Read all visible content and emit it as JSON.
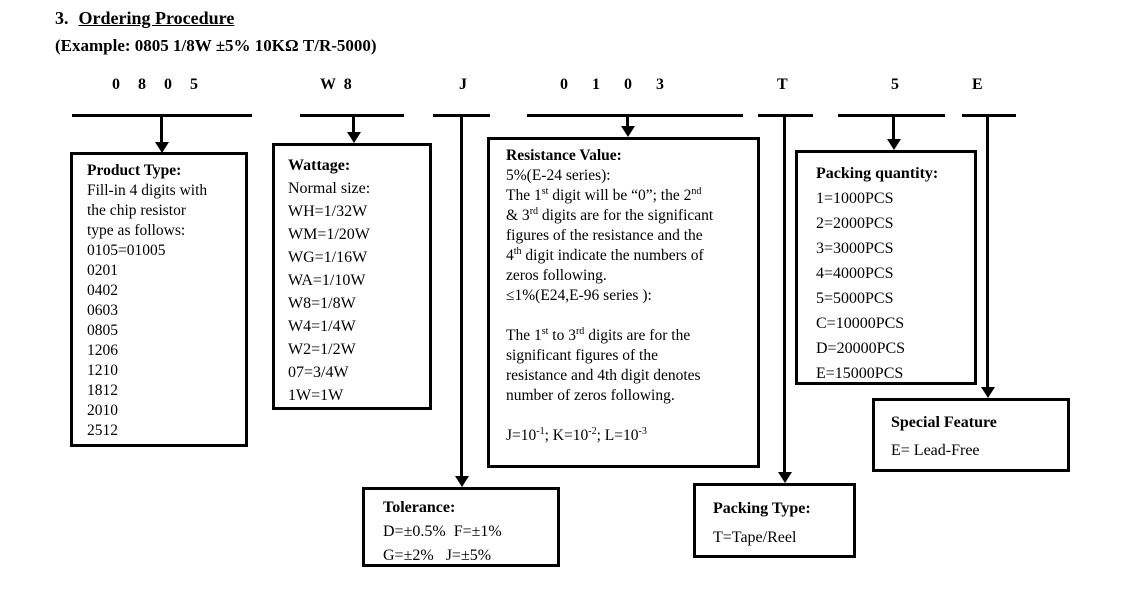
{
  "heading": {
    "number": "3.",
    "title": "Ordering Procedure",
    "example": "(Example: 0805 1/8W ±5% 10KΩ T/R-5000)"
  },
  "codes": {
    "product": "0 8 0 5",
    "wattage": "W 8",
    "tolerance": "J",
    "resistance": "0 1 0 3",
    "packing_type": "T",
    "packing_quantity": "5",
    "special": "E"
  },
  "boxes": {
    "product_type": {
      "title": "Product Type:",
      "lines": [
        "Fill-in 4 digits with",
        "the chip resistor",
        "type as follows:",
        "0105=01005",
        "0201",
        "0402",
        "0603",
        "0805",
        "1206",
        "1210",
        "1812",
        "2010",
        "2512"
      ]
    },
    "wattage": {
      "title": "Wattage:",
      "lines": [
        "Normal size:",
        "WH=1/32W",
        "WM=1/20W",
        "WG=1/16W",
        "WA=1/10W",
        "W8=1/8W",
        "W4=1/4W",
        "W2=1/2W",
        "07=3/4W",
        "1W=1W"
      ]
    },
    "resistance": {
      "title": "Resistance Value:",
      "body_html": "5%(E-24 series):<br>The 1<sup>st</sup> digit will be “0”; the 2<sup>nd</sup><br>&amp; 3<sup>rd</sup> digits are for the significant<br>figures of the resistance and the<br>4<sup>th</sup> digit indicate the numbers of<br>zeros following.<br>≤1%(E24,E-96 series ):<br><br>The 1<sup>st</sup> to 3<sup>rd</sup> digits are for the<br>significant figures of the<br>resistance and 4th digit denotes<br>number of zeros following.<br><br>J=10<sup>-1</sup>; K=10<sup>-2</sup>; L=10<sup>-3</sup>"
    },
    "packing_quantity": {
      "title": "Packing quantity:",
      "lines": [
        "1=1000PCS",
        "2=2000PCS",
        "3=3000PCS",
        "4=4000PCS",
        "5=5000PCS",
        "C=10000PCS",
        "D=20000PCS",
        "E=15000PCS"
      ]
    },
    "special_feature": {
      "title": "Special Feature",
      "lines": [
        "E= Lead-Free"
      ]
    },
    "tolerance": {
      "title": "Tolerance:",
      "lines": [
        "D=±0.5%  F=±1%",
        "G=±2%   J=±5%"
      ]
    },
    "packing_type": {
      "title": "Packing Type:",
      "lines": [
        "T=Tape/Reel"
      ]
    }
  }
}
